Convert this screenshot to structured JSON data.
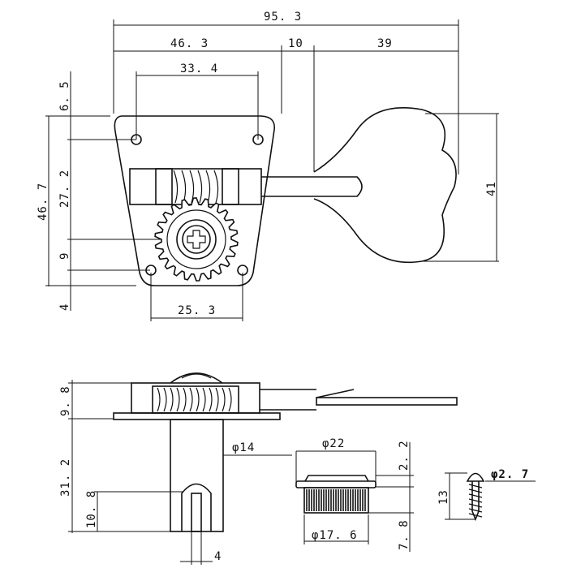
{
  "dimensions": {
    "overall_length": "95. 3",
    "plate_width_top": "46. 3",
    "shaft_offset": "10",
    "shaft_to_knob": "39",
    "hole_spacing_top": "33. 4",
    "top_edge": "6. 5",
    "plate_height": "46. 7",
    "to_shaft": "27. 2",
    "gear_to_hole": "9",
    "bottom_edge": "4",
    "hole_spacing_bottom": "25. 3",
    "knob_height": "41",
    "side_plate_height": "9. 8",
    "post_height": "31. 2",
    "slot_height": "10. 8",
    "post_diameter": "φ14",
    "slot_width": "4",
    "bushing_outer": "φ22",
    "bushing_flange": "2. 2",
    "bushing_body": "7. 8",
    "bushing_inner": "φ17. 6",
    "screw_length": "13",
    "screw_diameter": "φ2. 7"
  }
}
